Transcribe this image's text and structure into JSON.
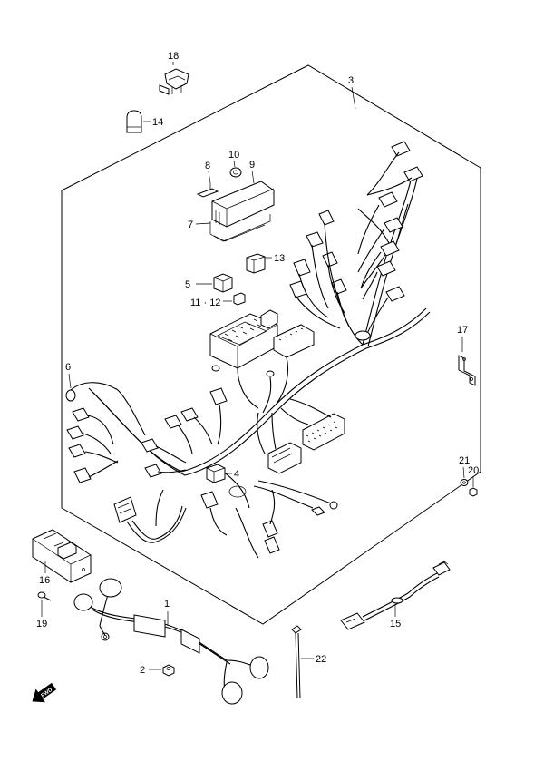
{
  "diagram": {
    "callouts": {
      "c1": "1",
      "c2": "2",
      "c3": "3",
      "c4": "4",
      "c5": "5",
      "c6": "6",
      "c7": "7",
      "c8": "8",
      "c9": "9",
      "c10": "10",
      "c11_12": "11 · 12",
      "c13": "13",
      "c14": "14",
      "c15": "15",
      "c16": "16",
      "c17": "17",
      "c18": "18",
      "c19": "19",
      "c20": "20",
      "c21": "21",
      "c22": "22"
    },
    "fwd_label": "FWD"
  }
}
